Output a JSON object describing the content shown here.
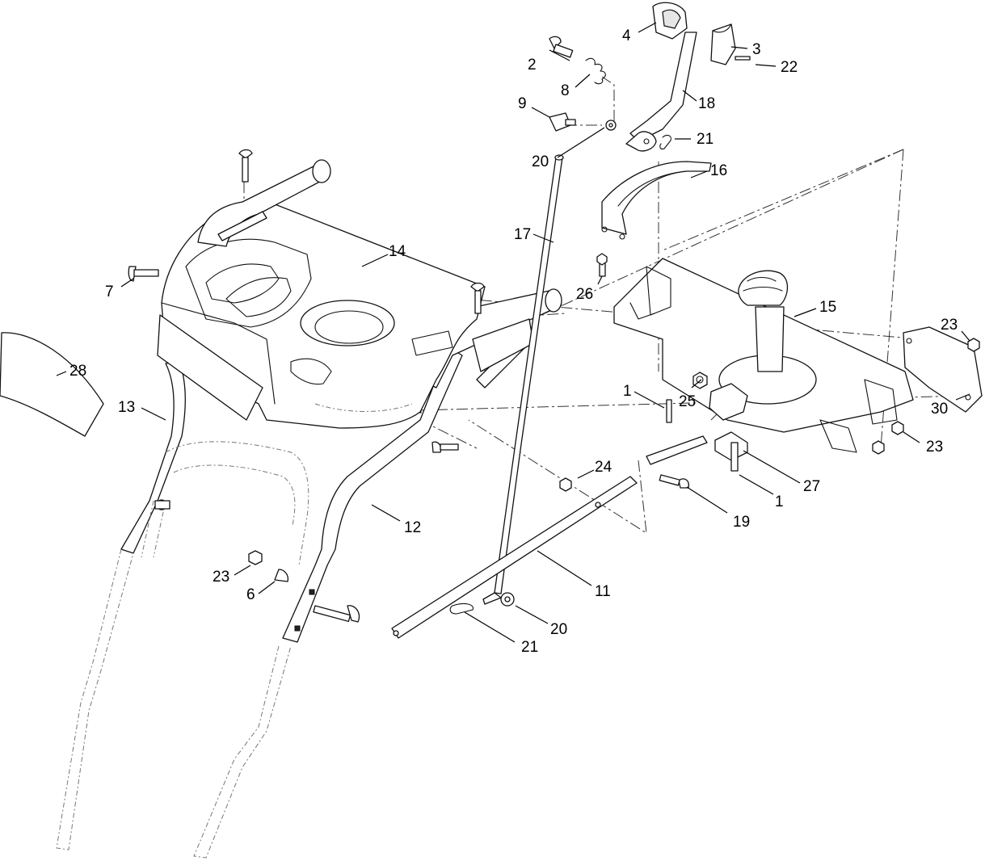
{
  "callouts": [
    {
      "id": "c-4",
      "text": "4"
    },
    {
      "id": "c-3",
      "text": "3"
    },
    {
      "id": "c-2",
      "text": "2"
    },
    {
      "id": "c-22",
      "text": "22"
    },
    {
      "id": "c-8",
      "text": "8"
    },
    {
      "id": "c-18",
      "text": "18"
    },
    {
      "id": "c-9",
      "text": "9"
    },
    {
      "id": "c-21-top",
      "text": "21"
    },
    {
      "id": "c-20-top",
      "text": "20"
    },
    {
      "id": "c-16",
      "text": "16"
    },
    {
      "id": "c-17",
      "text": "17"
    },
    {
      "id": "c-14",
      "text": "14"
    },
    {
      "id": "c-7",
      "text": "7"
    },
    {
      "id": "c-26",
      "text": "26"
    },
    {
      "id": "c-15",
      "text": "15"
    },
    {
      "id": "c-23-right",
      "text": "23"
    },
    {
      "id": "c-28",
      "text": "28"
    },
    {
      "id": "c-13",
      "text": "13"
    },
    {
      "id": "c-1-upper",
      "text": "1"
    },
    {
      "id": "c-25",
      "text": "25"
    },
    {
      "id": "c-30",
      "text": "30"
    },
    {
      "id": "c-23-mid",
      "text": "23"
    },
    {
      "id": "c-24",
      "text": "24"
    },
    {
      "id": "c-27",
      "text": "27"
    },
    {
      "id": "c-1-lower",
      "text": "1"
    },
    {
      "id": "c-19",
      "text": "19"
    },
    {
      "id": "c-12",
      "text": "12"
    },
    {
      "id": "c-23-left",
      "text": "23"
    },
    {
      "id": "c-6",
      "text": "6"
    },
    {
      "id": "c-11",
      "text": "11"
    },
    {
      "id": "c-20-bottom",
      "text": "20"
    },
    {
      "id": "c-21-bottom",
      "text": "21"
    }
  ]
}
